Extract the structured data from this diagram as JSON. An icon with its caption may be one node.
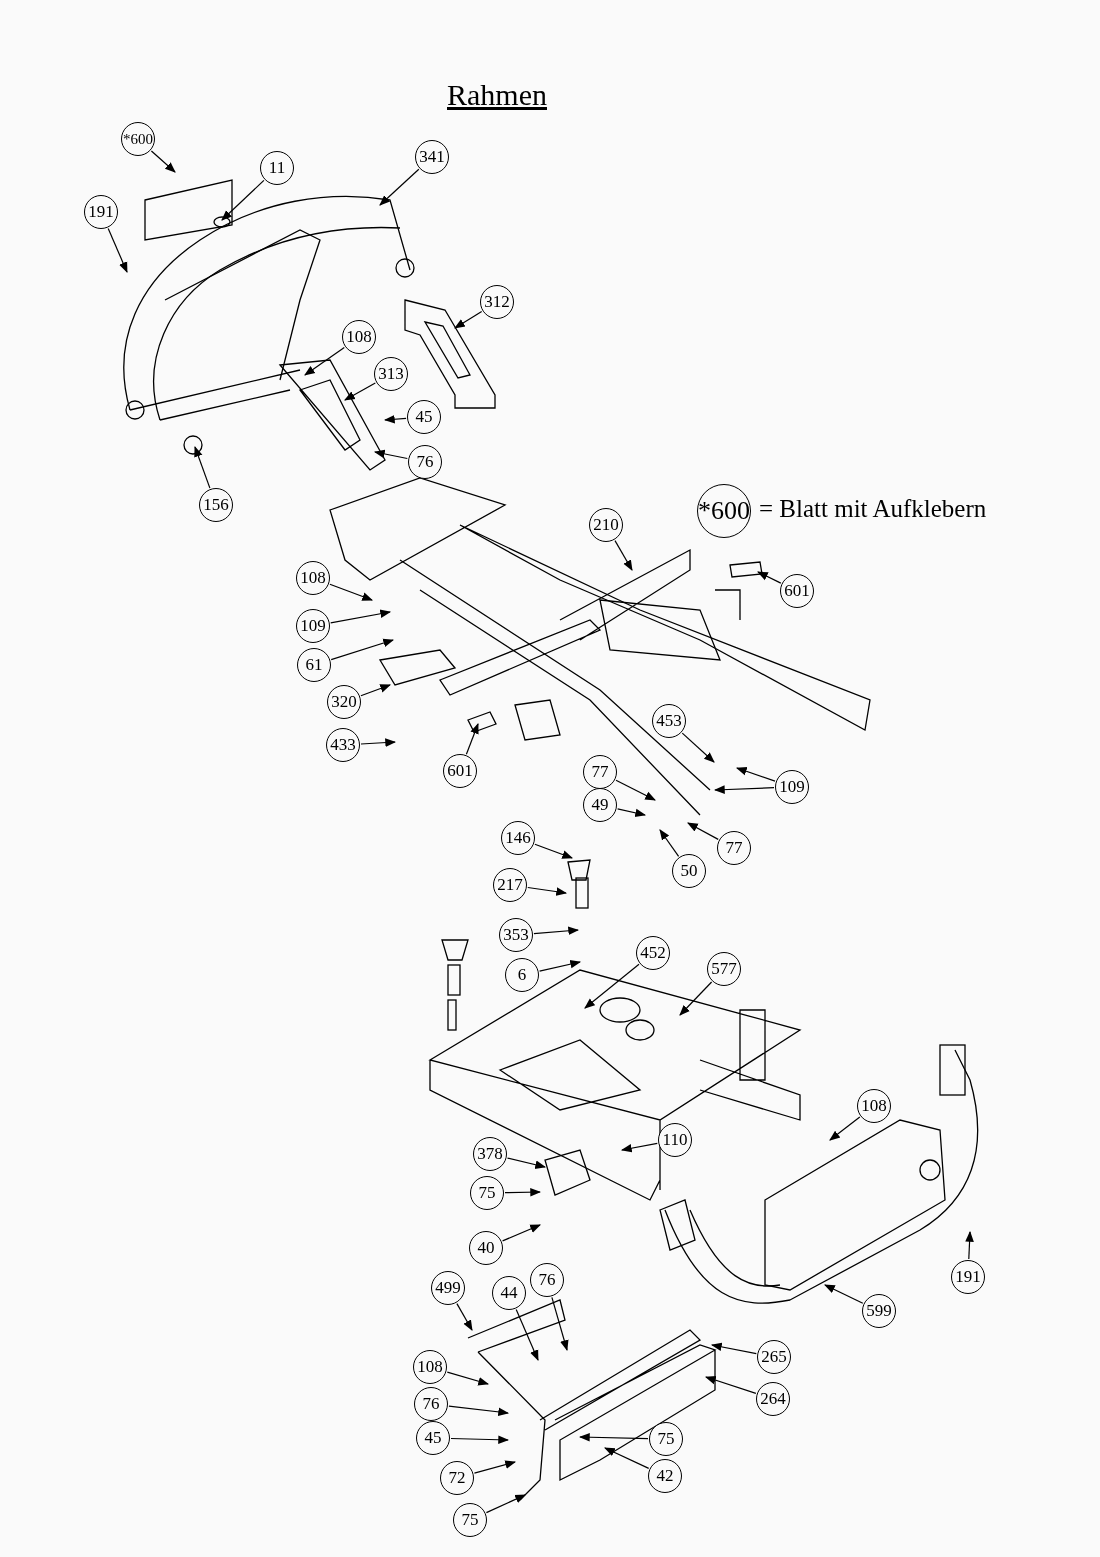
{
  "diagram": {
    "title": "Rahmen",
    "nodes": [
      {
        "text": [
          "*600"
        ]
      },
      {
        "text": [
          "11"
        ]
      },
      {
        "text": [
          "341"
        ]
      },
      {
        "text": [
          "191"
        ]
      },
      {
        "text": [
          "312"
        ]
      },
      {
        "text": [
          "108"
        ]
      },
      {
        "text": [
          "313"
        ]
      },
      {
        "text": [
          "45"
        ]
      },
      {
        "text": [
          "76"
        ]
      },
      {
        "text": [
          "156"
        ]
      },
      {
        "text": [
          "*600"
        ],
        "beside": [
          "= Blatt mit Aufklebern"
        ]
      },
      {
        "text": [
          "210"
        ]
      },
      {
        "text": [
          "601"
        ]
      },
      {
        "text": [
          "108"
        ]
      },
      {
        "text": [
          "109"
        ]
      },
      {
        "text": [
          "61"
        ]
      },
      {
        "text": [
          "320"
        ]
      },
      {
        "text": [
          "433"
        ]
      },
      {
        "text": [
          "453"
        ]
      },
      {
        "text": [
          "601"
        ]
      },
      {
        "text": [
          "109"
        ]
      },
      {
        "text": [
          "77"
        ]
      },
      {
        "text": [
          "49"
        ]
      },
      {
        "text": [
          "77"
        ]
      },
      {
        "text": [
          "50"
        ]
      },
      {
        "text": [
          "146"
        ]
      },
      {
        "text": [
          "217"
        ]
      },
      {
        "text": [
          "353"
        ]
      },
      {
        "text": [
          "6"
        ]
      },
      {
        "text": [
          "452"
        ]
      },
      {
        "text": [
          "577"
        ]
      },
      {
        "text": [
          "108"
        ]
      },
      {
        "text": [
          "110"
        ]
      },
      {
        "text": [
          "378"
        ]
      },
      {
        "text": [
          "75"
        ]
      },
      {
        "text": [
          "40"
        ]
      },
      {
        "text": [
          "191"
        ]
      },
      {
        "text": [
          "599"
        ]
      },
      {
        "text": [
          "499"
        ]
      },
      {
        "text": [
          "44"
        ]
      },
      {
        "text": [
          "76"
        ]
      },
      {
        "text": [
          "265"
        ]
      },
      {
        "text": [
          "108"
        ]
      },
      {
        "text": [
          "264"
        ]
      },
      {
        "text": [
          "76"
        ]
      },
      {
        "text": [
          "45"
        ]
      },
      {
        "text": [
          "75"
        ]
      },
      {
        "text": [
          "72"
        ]
      },
      {
        "text": [
          "42"
        ]
      },
      {
        "text": [
          "75"
        ]
      }
    ],
    "edges": [
      {
        "from": 0,
        "to": null,
        "arrow": "to"
      },
      {
        "from": 1,
        "to": null,
        "arrow": "to"
      },
      {
        "from": 2,
        "to": null,
        "arrow": "to"
      },
      {
        "from": 3,
        "to": null,
        "arrow": "to"
      },
      {
        "from": 4,
        "to": null,
        "arrow": "to"
      },
      {
        "from": 5,
        "to": null,
        "arrow": "to"
      },
      {
        "from": 6,
        "to": null,
        "arrow": "to"
      },
      {
        "from": 7,
        "to": null,
        "arrow": "to"
      },
      {
        "from": 8,
        "to": null,
        "arrow": "to"
      },
      {
        "from": 9,
        "to": null,
        "arrow": "to"
      },
      {
        "from": 11,
        "to": null,
        "arrow": "to"
      },
      {
        "from": 12,
        "to": null,
        "arrow": "to"
      },
      {
        "from": 13,
        "to": null,
        "arrow": "to"
      },
      {
        "from": 14,
        "to": null,
        "arrow": "to"
      },
      {
        "from": 15,
        "to": null,
        "arrow": "to"
      },
      {
        "from": 16,
        "to": null,
        "arrow": "to"
      },
      {
        "from": 17,
        "to": null,
        "arrow": "to"
      },
      {
        "from": 18,
        "to": null,
        "arrow": "to"
      },
      {
        "from": 19,
        "to": null,
        "arrow": "to"
      },
      {
        "from": 20,
        "to": null,
        "arrow": "to"
      },
      {
        "from": 20,
        "to": null,
        "arrow": "to"
      },
      {
        "from": 21,
        "to": null,
        "arrow": "to"
      },
      {
        "from": 22,
        "to": null,
        "arrow": "to"
      },
      {
        "from": 23,
        "to": null,
        "arrow": "to"
      },
      {
        "from": 24,
        "to": null,
        "arrow": "to"
      },
      {
        "from": 25,
        "to": null,
        "arrow": "to"
      },
      {
        "from": 26,
        "to": null,
        "arrow": "to"
      },
      {
        "from": 27,
        "to": null,
        "arrow": "to"
      },
      {
        "from": 28,
        "to": null,
        "arrow": "to"
      },
      {
        "from": 29,
        "to": null,
        "arrow": "to"
      },
      {
        "from": 30,
        "to": null,
        "arrow": "to"
      },
      {
        "from": 31,
        "to": null,
        "arrow": "to"
      },
      {
        "from": 32,
        "to": null,
        "arrow": "to"
      },
      {
        "from": 33,
        "to": null,
        "arrow": "to"
      },
      {
        "from": 34,
        "to": null,
        "arrow": "to"
      },
      {
        "from": 35,
        "to": null,
        "arrow": "to"
      },
      {
        "from": 36,
        "to": null,
        "arrow": "to"
      },
      {
        "from": 37,
        "to": null,
        "arrow": "to"
      },
      {
        "from": 38,
        "to": null,
        "arrow": "to"
      },
      {
        "from": 39,
        "to": null,
        "arrow": "to"
      },
      {
        "from": 40,
        "to": null,
        "arrow": "to"
      },
      {
        "from": 41,
        "to": null,
        "arrow": "to"
      },
      {
        "from": 42,
        "to": null,
        "arrow": "to"
      },
      {
        "from": 43,
        "to": null,
        "arrow": "to"
      },
      {
        "from": 44,
        "to": null,
        "arrow": "to"
      },
      {
        "from": 45,
        "to": null,
        "arrow": "to"
      },
      {
        "from": 46,
        "to": null,
        "arrow": "to"
      },
      {
        "from": 47,
        "to": null,
        "arrow": "to"
      },
      {
        "from": 48,
        "to": null,
        "arrow": "to"
      },
      {
        "from": 49,
        "to": null,
        "arrow": "to"
      }
    ]
  }
}
